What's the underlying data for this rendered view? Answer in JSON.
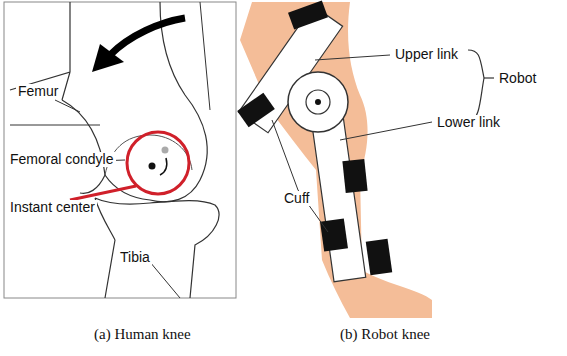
{
  "diagram": {
    "labels": [
      "Femur",
      "Femoral condyle",
      "Instant center",
      "Tibia",
      "Upper link",
      "Robot",
      "Lower link",
      "Cuff",
      "(a) Human knee",
      "(b) Robot knee"
    ]
  }
}
